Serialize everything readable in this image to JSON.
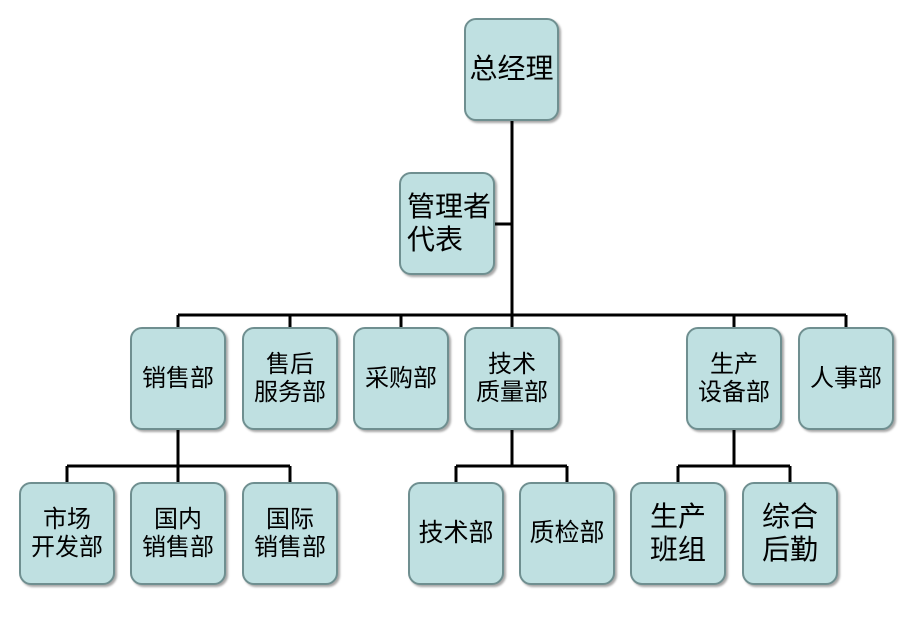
{
  "org_chart": {
    "root": {
      "label": "总经理"
    },
    "management_rep": {
      "label": "管理者\n代表"
    },
    "departments": {
      "sales": {
        "label": "销售部"
      },
      "after_sales": {
        "label": "售后\n服务部"
      },
      "purchasing": {
        "label": "采购部"
      },
      "tech_quality": {
        "label": "技术\n质量部"
      },
      "production_equipment": {
        "label": "生产\n设备部"
      },
      "hr": {
        "label": "人事部"
      }
    },
    "sub_units": {
      "market_dev": {
        "label": "市场\n开发部"
      },
      "domestic_sales": {
        "label": "国内\n销售部"
      },
      "intl_sales": {
        "label": "国际\n销售部"
      },
      "tech_dept": {
        "label": "技术部"
      },
      "qc_dept": {
        "label": "质检部"
      },
      "production_team": {
        "label": "生产\n班组"
      },
      "logistics": {
        "label": "综合\n后勤"
      }
    }
  },
  "colors": {
    "box_fill": "#bfe0e1",
    "box_border": "#6f8f90",
    "line": "#000000"
  }
}
